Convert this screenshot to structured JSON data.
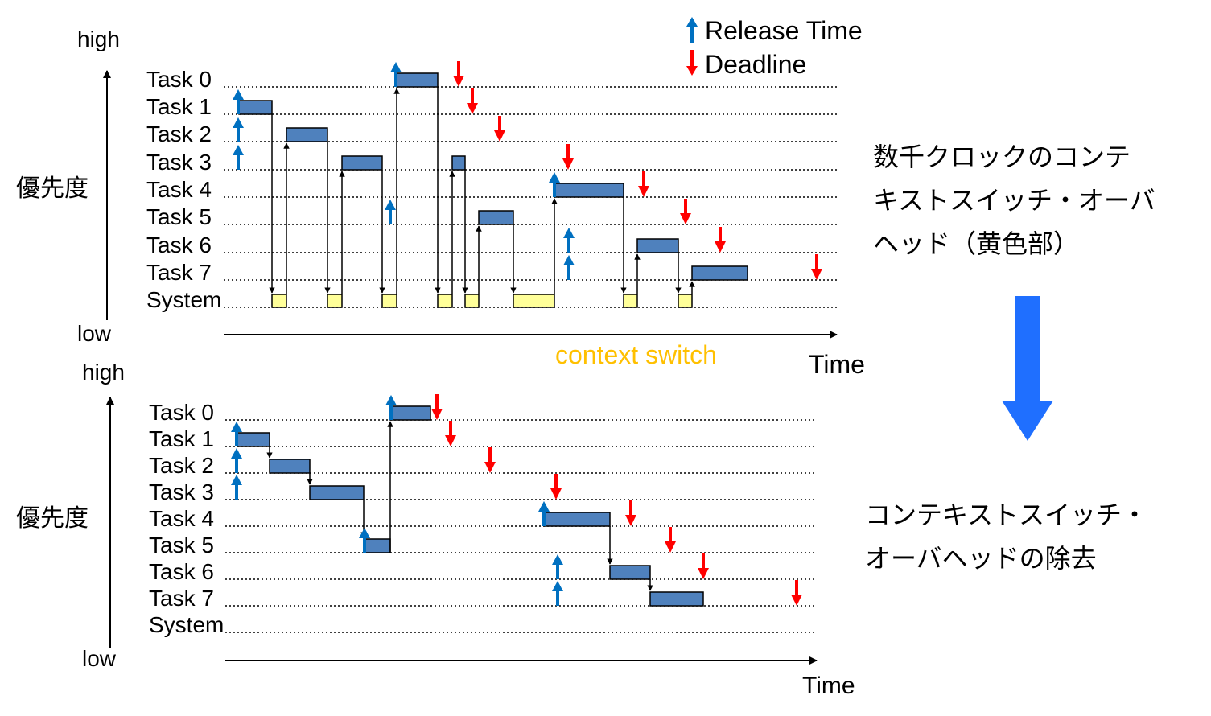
{
  "legend": {
    "release": "Release Time",
    "deadline": "Deadline"
  },
  "colors": {
    "task": "#4f81bd",
    "system": "#ffff99",
    "release": "#0070c0",
    "deadline": "#ff0000",
    "context_switch_label": "#ffc000",
    "big_arrow": "#1f6fff"
  },
  "top": {
    "high": "high",
    "low": "low",
    "priority": "優先度",
    "time": "Time",
    "context_switch": "context switch",
    "rows": [
      "Task 0",
      "Task 1",
      "Task 2",
      "Task 3",
      "Task 4",
      "Task 5",
      "Task 6",
      "Task 7",
      "System"
    ]
  },
  "bottom": {
    "high": "high",
    "low": "low",
    "priority": "優先度",
    "time": "Time",
    "rows": [
      "Task 0",
      "Task 1",
      "Task 2",
      "Task 3",
      "Task 4",
      "Task 5",
      "Task 6",
      "Task 7",
      "System"
    ]
  },
  "notes": {
    "top_lines": [
      "数千クロックのコンテ",
      "キストスイッチ・オーバ",
      "ヘッド（黄色部）"
    ],
    "bottom_lines": [
      "コンテキストスイッチ・",
      "オーバヘッドの除去"
    ]
  }
}
